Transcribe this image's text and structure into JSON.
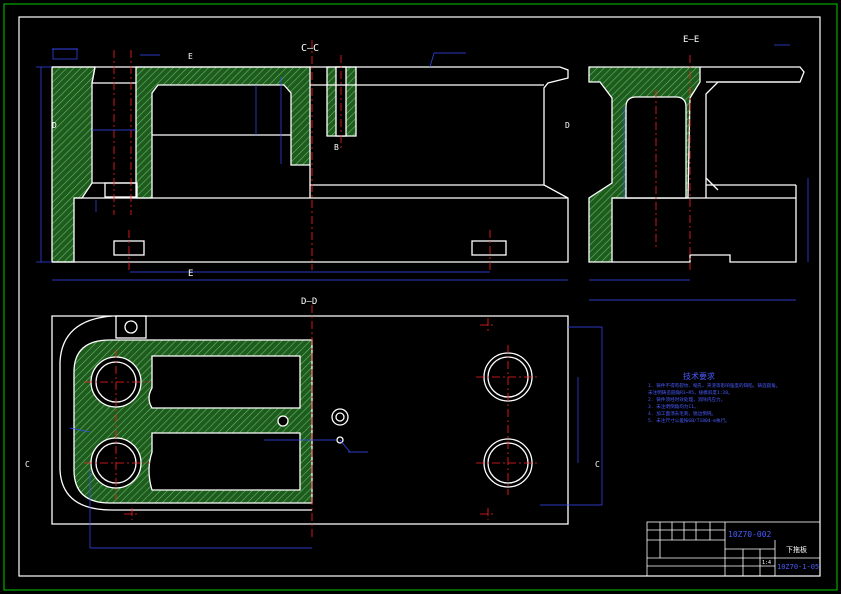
{
  "drawing": {
    "section_labels": {
      "cc": "C—C",
      "ee": "E—E",
      "dd": "D—D",
      "c_left": "C",
      "c_right": "C",
      "e_left": "E",
      "e_bottom": "E",
      "d_left": "D",
      "d_right": "D",
      "b": "B"
    },
    "notes": {
      "title": "技术要求",
      "lines": [
        "1. 铸件不得有裂纹、缩孔、夹渣等影响强度的缺陷，铸造圆角。",
        "   未注明铸造圆角R3~R5，拔模斜度1:20。",
        "2. 铸件须经时效处理，消除内应力。",
        "3. 未注明倒角均为C1。",
        "4. 加工面须去毛刺，锐边倒钝。",
        "5. 未注尺寸公差按GB/T1804-m执行。"
      ]
    },
    "title_block": {
      "code": "10Z70-002",
      "part_name": "下拖板",
      "drawing_no": "10Z70-1-05",
      "scale": "1:4"
    }
  },
  "colors": {
    "border": "#00cc00",
    "outline": "#ffffff",
    "hatch": "#1f6b22",
    "center": "#ff2020",
    "dimension": "#3a4cff",
    "notes_text": "#3a4cff",
    "title_text": "#ffffff"
  }
}
